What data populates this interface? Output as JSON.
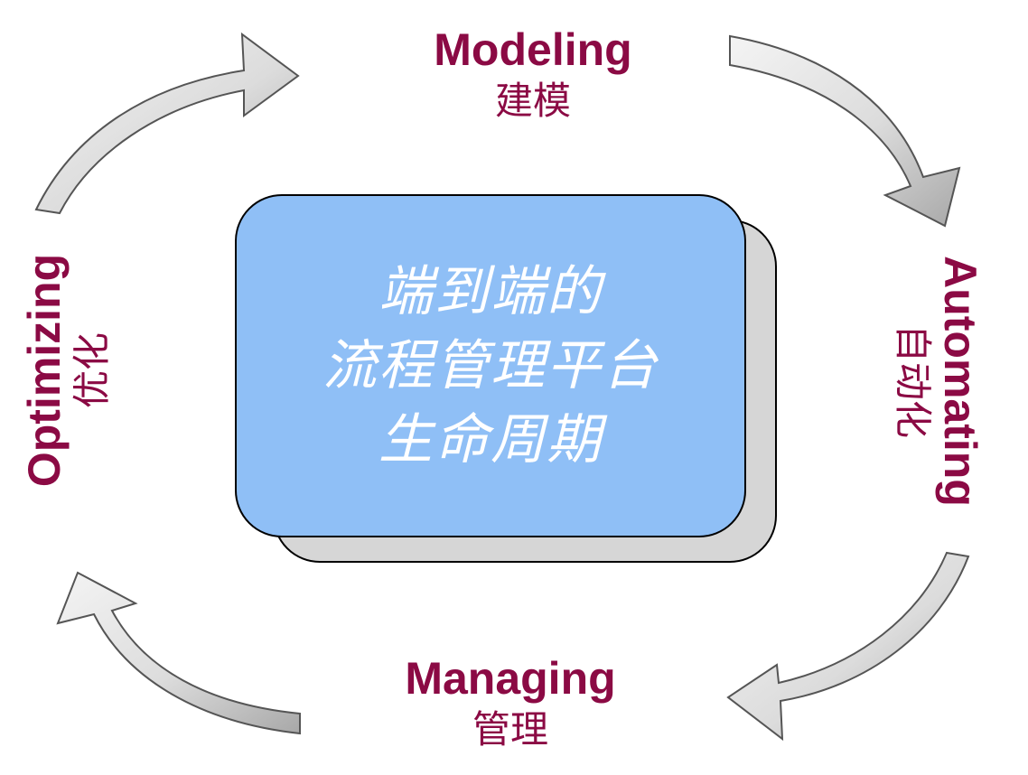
{
  "center": {
    "line1": "端到端的",
    "line2": "流程管理平台",
    "line3": "生命周期"
  },
  "stages": {
    "modeling": {
      "en": "Modeling",
      "zh": "建模"
    },
    "automating": {
      "en": "Automating",
      "zh": "自动化"
    },
    "managing": {
      "en": "Managing",
      "zh": "管理"
    },
    "optimizing": {
      "en": "Optimizing",
      "zh": "优化"
    }
  },
  "colors": {
    "label": "#8b0a44",
    "center_fill": "#8fbff6",
    "center_shadow": "#d6d6d6",
    "arrow_fill": "#e2e2e2"
  }
}
